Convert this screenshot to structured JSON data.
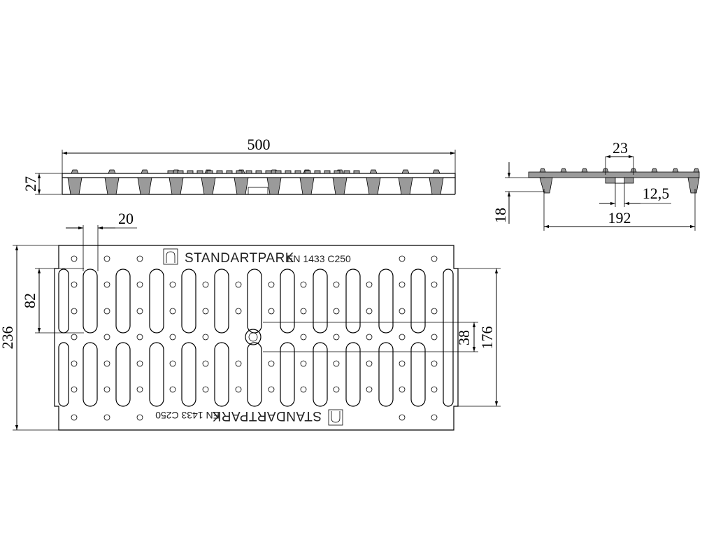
{
  "brand": {
    "logo_icon": "standartpark-logo-icon",
    "name": "STANDARTPARK",
    "standard": "EN 1433 C250"
  },
  "dimensions": {
    "length": "500",
    "height": "27",
    "slot_width": "20",
    "overall_width": "236",
    "slot_length": "82",
    "center_gap": "38",
    "clamp_width": "176",
    "rib_width": "23",
    "rib_offset": "12,5",
    "body_width": "192",
    "lip_height": "18"
  }
}
